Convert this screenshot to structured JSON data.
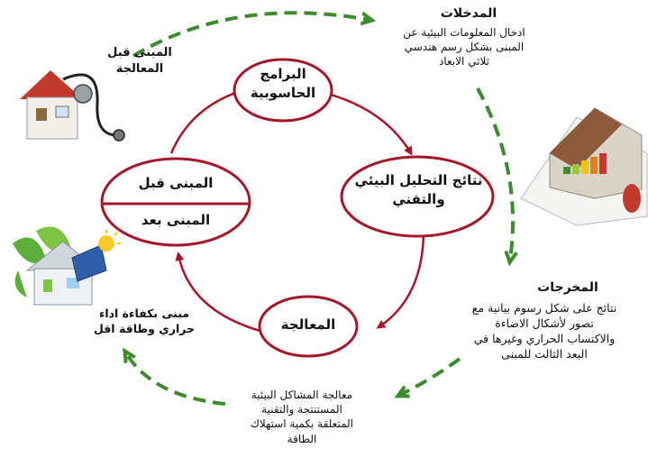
{
  "diagram": {
    "nodes": {
      "software": "البرامج\nالحاسوبية",
      "analysis_results": "نتائج التحليل البيئي\nوالتقني",
      "treatment": "المعالجة",
      "before": "المبنى قبل",
      "after": "المبنى بعد"
    },
    "outer_labels": {
      "building_before": "المبنى قبل\nالمعالجة",
      "inputs_title": "المدخلات",
      "inputs_body": "ادخال المعلومات البيئية عن\nالمبنى بشكل رسم هندسي\nثلاثي الابعاد",
      "outputs_title": "المخرجات",
      "outputs_body": "نتائج على شكل رسوم بيانية مع\nتصور لأشكال الاضاءة\nوالاكتساب الحراري وغيرها في\nالبعد الثالث للمبنى",
      "treatment_body": "معالجة المشاكل البيئية\nالمستنتجة والتقنية\nالمتعلقة بكمية استهلاك\nالطاقة",
      "building_after": "مبنى بكفاءة اداء\nحراري وطاقة اقل"
    },
    "colors": {
      "cycle": "#a3172b",
      "dashed_arrow": "#3d8b2e",
      "text": "#111111"
    },
    "icons": [
      "house-stethoscope-icon",
      "3d-house-model-icon",
      "green-house-icon"
    ]
  }
}
